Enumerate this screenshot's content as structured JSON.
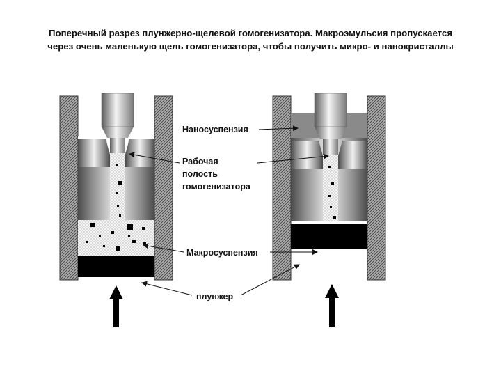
{
  "caption": {
    "line1": "Поперечный разрез плунжерно-щелевой гомогенизатора. Макроэмульсия пропускается",
    "line2": "через очень маленькую щель гомогенизатора, чтобы получить  микро- и нанокристаллы"
  },
  "labels": {
    "nanosuspension": "Наносуспензия",
    "working_cavity_1": "Рабочая",
    "working_cavity_2": "полость",
    "working_cavity_3": "гомогенизатора",
    "macrosuspension": "Макросуспензия",
    "plunger": "плунжер"
  },
  "colors": {
    "wall_hatch": "#8a8a8a",
    "plunger_black": "#000000",
    "text": "#111111"
  }
}
